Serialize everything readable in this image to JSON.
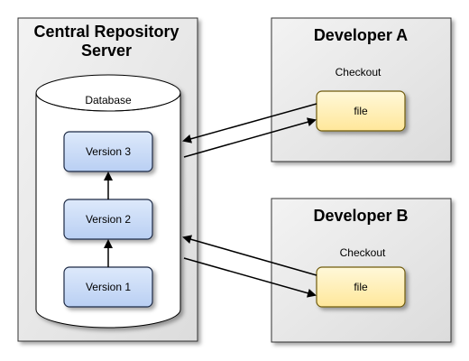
{
  "server": {
    "title_line1": "Central Repository",
    "title_line2": "Server",
    "database_label": "Database",
    "versions": [
      "Version 3",
      "Version 2",
      "Version 1"
    ]
  },
  "developer_a": {
    "title": "Developer A",
    "checkout_label": "Checkout",
    "file_label": "file"
  },
  "developer_b": {
    "title": "Developer B",
    "checkout_label": "Checkout",
    "file_label": "file"
  },
  "colors": {
    "panel_fill": "#e9e9e9",
    "panel_stroke": "#333333",
    "version_fill": "#cfe0f8",
    "version_stroke": "#1f2a44",
    "file_fill": "#fff2c2",
    "file_stroke": "#6f5b10",
    "arrow": "#000000"
  }
}
